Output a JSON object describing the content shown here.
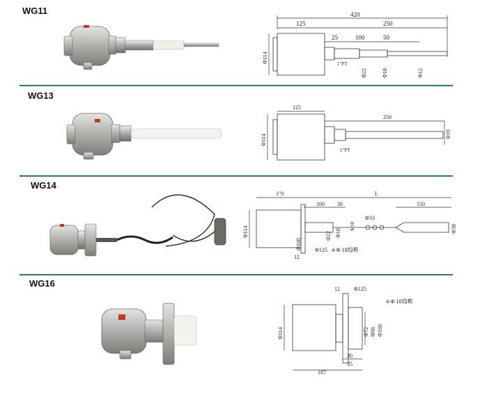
{
  "rows": [
    {
      "model": "WG11",
      "dims": {
        "total": "420",
        "head": "125",
        "probe": "250",
        "d1": "25",
        "d2": "100",
        "d3": "50",
        "dia_head": "Φ114",
        "dia_a": "Φ22",
        "dia_b": "Φ18",
        "dia_c": "Φ12",
        "thread": "1\"PT"
      }
    },
    {
      "model": "WG13",
      "dims": {
        "head": "125",
        "probe": "250",
        "dia_head": "Φ114",
        "dia_tip": "Φ19",
        "thread": "1\"PT"
      }
    },
    {
      "model": "WG14",
      "dims": {
        "head": "1\"0",
        "length": "L",
        "d1": "100",
        "d2": "30",
        "d3": "150",
        "dia_head": "Φ114",
        "dia_flange": "Φ160",
        "dia_a": "Φ22",
        "dia_b": "Φ18",
        "dia_c": "Φ33",
        "dia_d": "Φ38",
        "thread": "M10",
        "pcd": "Φ125",
        "holes": "4-Φ 18均布",
        "thick": "12"
      }
    },
    {
      "model": "WG16",
      "dims": {
        "thick": "12",
        "pcd": "Φ125",
        "holes": "4-Φ 18均布",
        "dia_head": "Φ114",
        "dia_a": "Φ72",
        "dia_b": "Φ96",
        "dia_c": "Φ160",
        "d1": "30",
        "d2": "35",
        "total": "187"
      }
    }
  ],
  "colors": {
    "divider": "#2e7d4f",
    "body": "#b9b9b7",
    "red_label": "#c0392b",
    "ceramic": "#f2f2ee"
  }
}
